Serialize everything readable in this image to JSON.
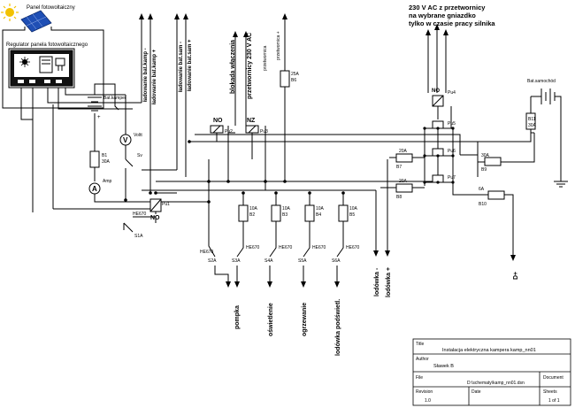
{
  "components": {
    "panel_label": "Panel fotowoltaiczny",
    "regulator_label": "Regulator panela fotowoltaicznego",
    "battery_label": "Bat.kamper",
    "fuse_b1": "B1",
    "fuse_b1_rating": "30A",
    "voltmeter_label": "Voltt",
    "voltmeter_symbol": "V",
    "ammeter_label": "Amp",
    "ammeter_symbol": "A",
    "switch_label": "Sv",
    "relay_pu1": "Pu1",
    "relay_pu2": "Pu2",
    "relay_pu3": "Pu3",
    "relay_pu4": "Pu4",
    "relay_pu5": "Pu5",
    "relay_pu6": "Pu6",
    "relay_pu7": "Pu7",
    "no_label": "NO",
    "nz_label": "NZ",
    "he_switch": "HE670",
    "he_switch_s1a": "S1A",
    "fuse_b2": "B2",
    "fuse_b3": "B3",
    "fuse_b4": "B4",
    "fuse_b5": "B5",
    "fuse_b6": "B6",
    "fuse_b7": "B7",
    "fuse_b8": "B8",
    "fuse_b9": "B9",
    "fuse_b10": "B10",
    "fuse_b11": "B11",
    "rating_10a": "10A",
    "rating_25a": "25A",
    "rating_20a": "20A",
    "rating_30a": "30A",
    "rating_6a": "6A",
    "car_battery_label": "Bat.samochód",
    "s2a": "S2A",
    "s3a": "S3A",
    "s4a": "S4A",
    "s5a": "S5A",
    "s6a": "S6A"
  },
  "top_labels": {
    "bat_kamp_minus": "ładowanie bat.kamp -",
    "bat_kamp_plus": "ładowanie bat.kamp +",
    "bat_sam_minus": "ładowanie bat.sam -",
    "bat_sam_plus": "ładowanie bat.sam +",
    "blokada": "blokada włączenia",
    "przetwornica_230": "przetwornicy 230 V AC",
    "przetwornica_small": "przetwornica",
    "przetwornica_plus": "przetwornica +",
    "ac_title_1": "230 V AC z przetwornicy",
    "ac_title_2": "na wybrane gniazdko",
    "ac_title_3": "tylko w czasie pracy silnika"
  },
  "bottom_labels": {
    "pompka": "pompka",
    "oswietlenie": "oświetlenie",
    "ogrzewanie": "ogrzewanie",
    "lodowka_podswietl": "lodówka podświetl.",
    "lodowka_minus": "lodówka -",
    "lodowka_plus": "lodówka +",
    "d_plus": "D+"
  },
  "title_block": {
    "title_label": "Title",
    "title_value": "Instalacja elektryczna kampera kamp_nn01",
    "author_label": "Author",
    "author_value": "Sławek B",
    "file_label": "File",
    "file_value": "D:\\schematy\\kamp_nn01.dsn",
    "document_label": "Document",
    "revision_label": "Revision",
    "revision_value": "1.0",
    "date_label": "Date",
    "sheets_label": "Sheets",
    "sheets_value": "1 of 1"
  },
  "colors": {
    "ink": "#000000",
    "panel_blue": "#1f4fb5",
    "sun": "#f2c200"
  }
}
